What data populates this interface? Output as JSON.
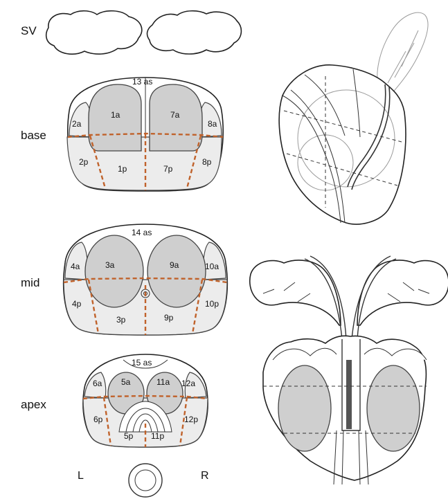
{
  "labels": {
    "sv": "SV",
    "base": "base",
    "mid": "mid",
    "apex": "apex",
    "left": "L",
    "right": "R"
  },
  "zones": {
    "z13as": "13 as",
    "z1a": "1a",
    "z7a": "7a",
    "z2a": "2a",
    "z8a": "8a",
    "z2p": "2p",
    "z1p": "1p",
    "z7p": "7p",
    "z8p": "8p",
    "z14as": "14 as",
    "z3a": "3a",
    "z9a": "9a",
    "z4a": "4a",
    "z10a": "10a",
    "z4p": "4p",
    "z3p": "3p",
    "z9p": "9p",
    "z10p": "10p",
    "z15as": "15 as",
    "z5a": "5a",
    "z11a": "11a",
    "z6a": "6a",
    "z12a": "12a",
    "z6p": "6p",
    "z5p": "5p",
    "z11p": "11p",
    "z12p": "12p"
  },
  "colors": {
    "divider": "#c0622b",
    "lobe_fill": "#cfcfcf",
    "zone_fill": "#ececec",
    "outline": "#222222"
  }
}
